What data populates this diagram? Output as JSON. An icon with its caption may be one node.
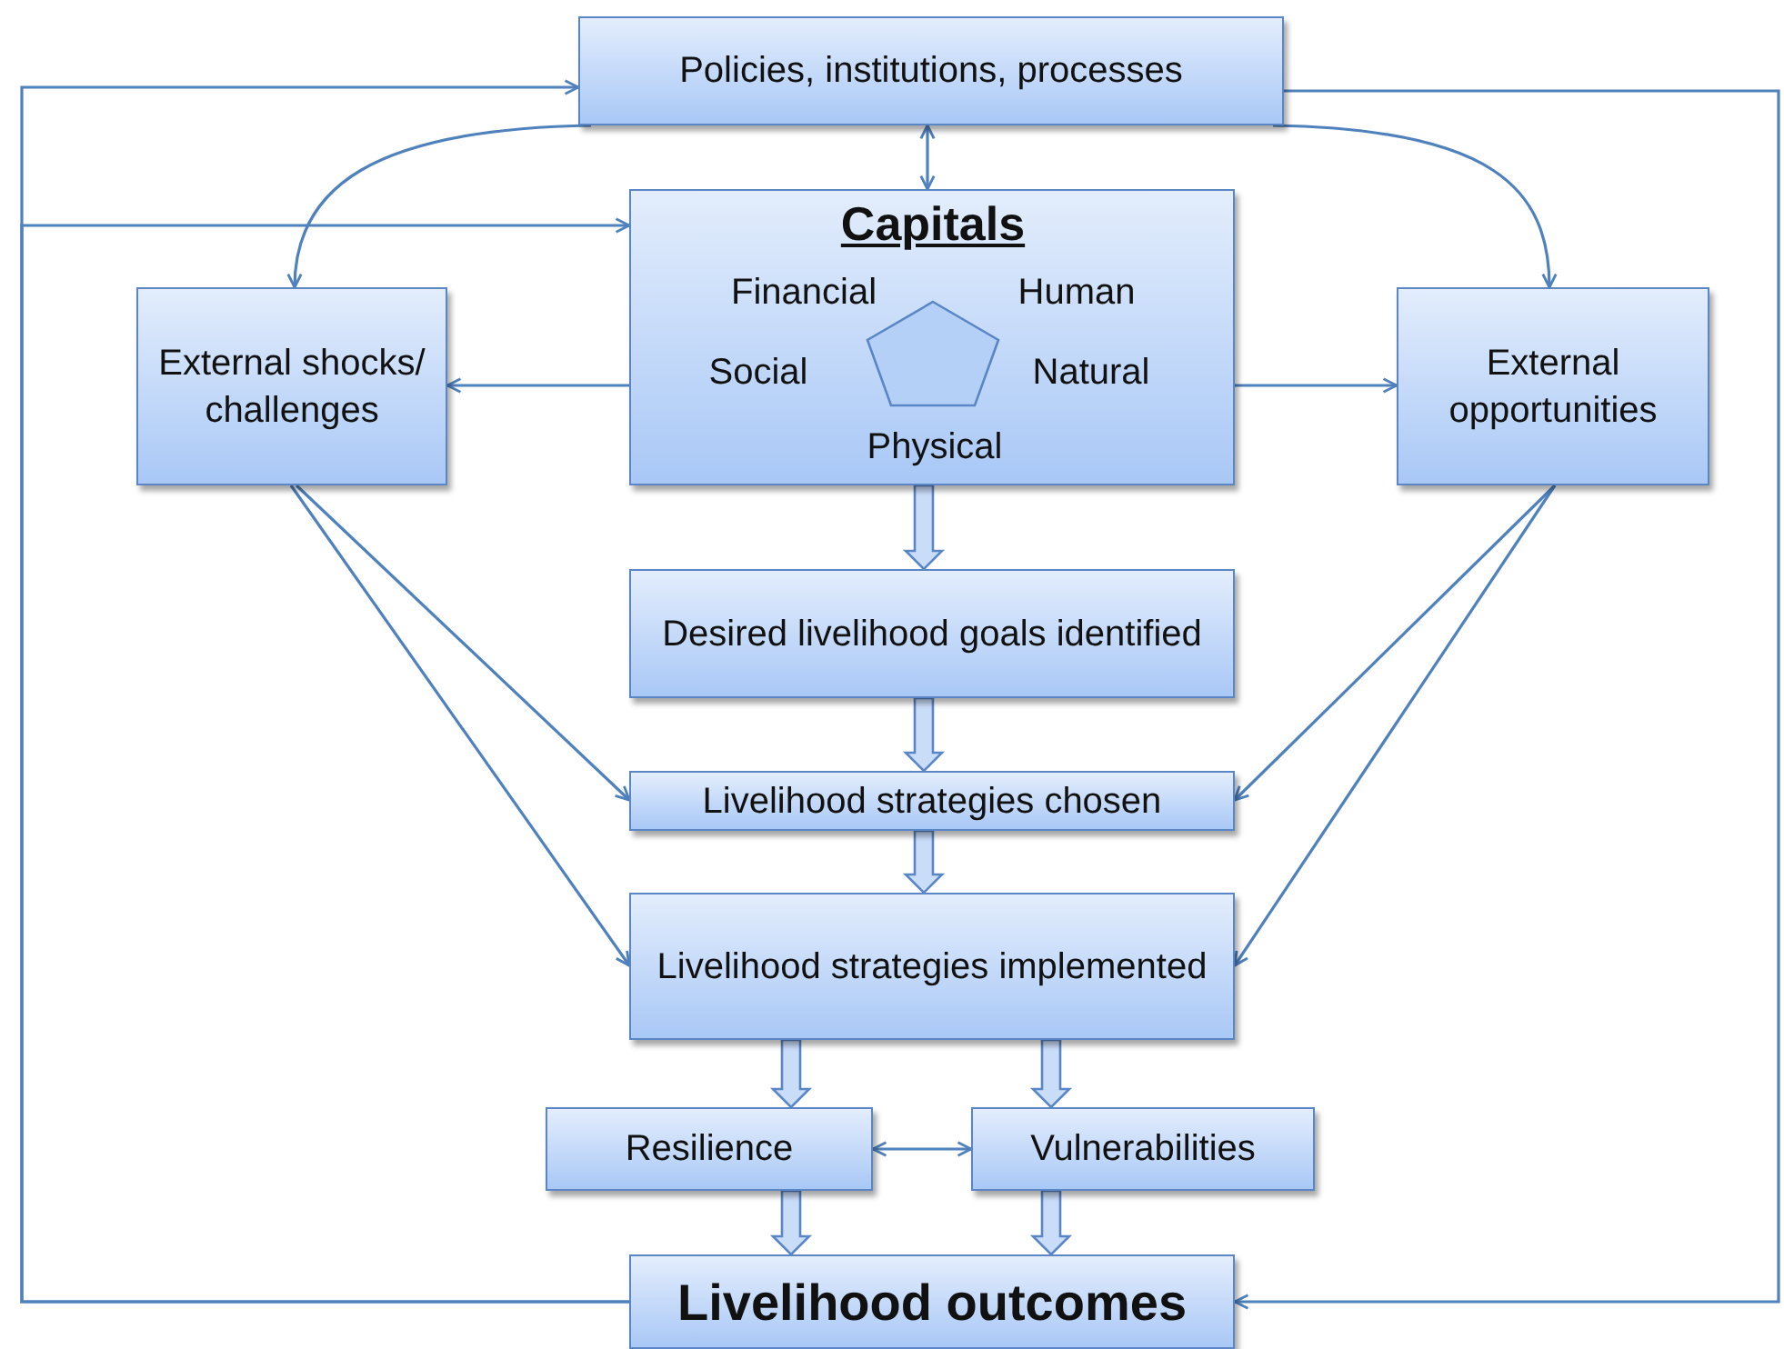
{
  "diagram": {
    "nodes": [
      {
        "text": [
          "Policies, institutions, processes"
        ]
      },
      {
        "text": [
          "Capitals",
          "Financial",
          "Human",
          "Social",
          "Natural",
          "Physical"
        ]
      },
      {
        "text": [
          "External shocks/ challenges"
        ]
      },
      {
        "text": [
          "External opportunities"
        ]
      },
      {
        "text": [
          "Desired livelihood goals identified"
        ]
      },
      {
        "text": [
          "Livelihood strategies chosen"
        ]
      },
      {
        "text": [
          "Livelihood strategies implemented"
        ]
      },
      {
        "text": [
          "Resilience"
        ]
      },
      {
        "text": [
          "Vulnerabilities"
        ]
      },
      {
        "text": [
          "Livelihood outcomes"
        ]
      }
    ],
    "edges": [
      {
        "from": 9,
        "to": 0,
        "arrow": "to"
      },
      {
        "from": 9,
        "to": 1,
        "arrow": "to"
      },
      {
        "from": 0,
        "to": 9,
        "arrow": "to"
      },
      {
        "from": 0,
        "to": 1,
        "arrow": "both"
      },
      {
        "from": 0,
        "to": 2,
        "arrow": "to"
      },
      {
        "from": 0,
        "to": 3,
        "arrow": "to"
      },
      {
        "from": 1,
        "to": 2,
        "arrow": "to"
      },
      {
        "from": 1,
        "to": 3,
        "arrow": "to"
      },
      {
        "from": 1,
        "to": 4,
        "arrow": "to",
        "style": "thick"
      },
      {
        "from": 2,
        "to": 5,
        "arrow": "to"
      },
      {
        "from": 2,
        "to": 6,
        "arrow": "to"
      },
      {
        "from": 3,
        "to": 5,
        "arrow": "to"
      },
      {
        "from": 3,
        "to": 6,
        "arrow": "to"
      },
      {
        "from": 4,
        "to": 5,
        "arrow": "to",
        "style": "thick"
      },
      {
        "from": 5,
        "to": 6,
        "arrow": "to",
        "style": "thick"
      },
      {
        "from": 6,
        "to": 7,
        "arrow": "to",
        "style": "thick"
      },
      {
        "from": 6,
        "to": 8,
        "arrow": "to",
        "style": "thick"
      },
      {
        "from": 7,
        "to": 8,
        "arrow": "both"
      },
      {
        "from": 7,
        "to": 9,
        "arrow": "to",
        "style": "thick"
      },
      {
        "from": 8,
        "to": 9,
        "arrow": "to",
        "style": "thick"
      }
    ]
  }
}
